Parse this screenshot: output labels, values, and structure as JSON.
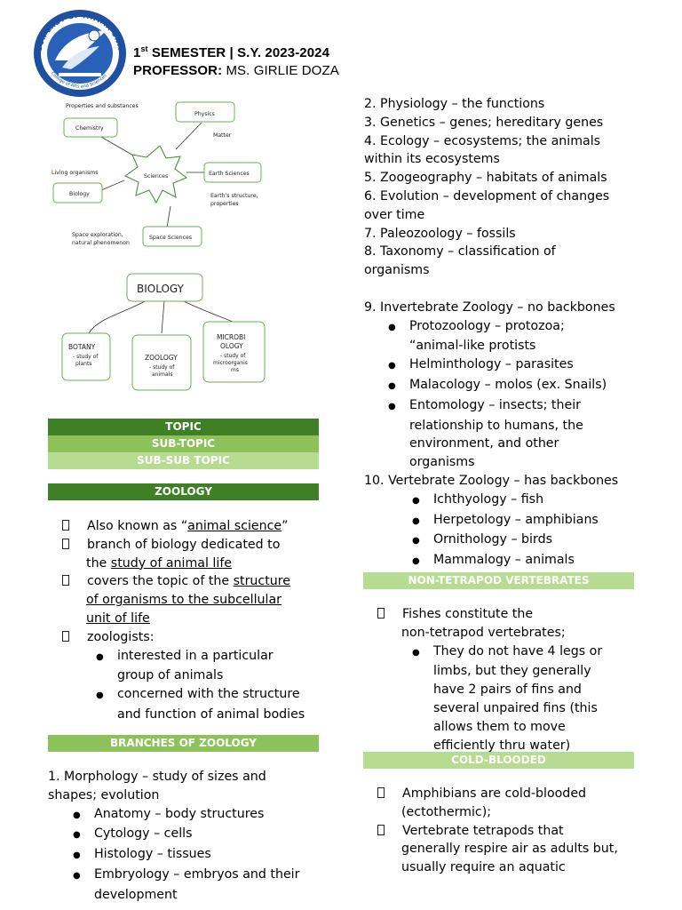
{
  "header": {
    "logo_text": "OUR LADY OF FATIMA UNIVERSITY · COLLEGE OF ARTS AND SCIENCES",
    "semester_num": "1",
    "semester_sup": "st",
    "semester_rest": " SEMESTER | S.Y. 2023-2024",
    "professor_label": "PROFESSOR:",
    "professor_name": " MS. GIRLIE DOZA"
  },
  "sciences_map": {
    "center": "Sciences",
    "chemistry": "Chemistry",
    "physics": "Physics",
    "earth": "Earth Sciences",
    "biology": "Biology",
    "space": "Space Sciences",
    "ann_chemistry": "Properties and substances",
    "ann_physics": "Matter",
    "ann_biology": "Living organisms",
    "ann_earth_1": "Earth's structure,",
    "ann_earth_2": "properties",
    "ann_space_1": "Space exploration,",
    "ann_space_2": "natural phenomenon"
  },
  "biology_map": {
    "root": "BIOLOGY",
    "botany_1": "BOTANY",
    "botany_2": "- study of",
    "botany_3": "plants",
    "zoology_1": "ZOOLOGY",
    "zoology_2": "- study of",
    "zoology_3": "animals",
    "micro_1": "MICROBI",
    "micro_2": "OLOGY",
    "micro_3": "- study of",
    "micro_4": "microorganis",
    "micro_5": "ms"
  },
  "legend": {
    "topic": "TOPIC",
    "subtopic": "SUB-TOPIC",
    "subsub": "SUB-SUB TOPIC"
  },
  "zoology": {
    "title": "ZOOLOGY",
    "b1_pre": "Also known as “",
    "b1_u": "animal science",
    "b1_post": "”",
    "b2_l1": "branch of biology dedicated to",
    "b2_l2_pre": "the ",
    "b2_l2_u": "study of animal life",
    "b3_l1_pre": "covers the topic of the ",
    "b3_l1_u": "structure",
    "b3_l2_u": "of organisms to the subcellular",
    "b3_l3_u": "unit of life",
    "b4": "zoologists:",
    "s1_l1": "interested in a particular",
    "s1_l2": "group of animals",
    "s2_l1": "concerned with the structure",
    "s2_l2": "and function of animal bodies"
  },
  "branches": {
    "title": "BRANCHES OF ZOOLOGY",
    "b1_l1": "1. Morphology – study of sizes and",
    "b1_l2": "shapes; evolution",
    "b1_s1": "Anatomy – body structures",
    "b1_s2": "Cytology – cells",
    "b1_s3": "Histology – tissues",
    "b1_s4_l1": "Embryology – embryos and their",
    "b1_s4_l2": "development"
  },
  "right": {
    "l1": "2. Physiology – the functions",
    "l2": "3. Genetics – genes; hereditary genes",
    "l3": "4. Ecology – ecosystems; the animals",
    "l4": "within its ecosystems",
    "l5": "5. Zoogeography – habitats of animals",
    "l6": "6. Evolution – development of changes",
    "l7": "over time",
    "l8": "7. Paleozoology – fossils",
    "l9": "8. Taxonomy – classification of",
    "l10": "organisms",
    "l11": "9. Invertebrate Zoology – no backbones",
    "i1_l1": "Protozoology – protozoa;",
    "i1_l2": "“animal-like protists",
    "i2": "Helminthology – parasites",
    "i3": "Malacology – molos (ex. Snails)",
    "i4_l1": "Entomology – insects; their",
    "i4_l2": "relationship to humans, the",
    "i4_l3": "environment, and other",
    "i4_l4": "organisms",
    "l12": "10. Vertebrate Zoology – has backbones",
    "v1": "Ichthyology – fish",
    "v2": "Herpetology – amphibians",
    "v3": "Ornithology – birds",
    "v4": "Mammalogy – animals"
  },
  "nontetrapod": {
    "title": "NON-TETRAPOD VERTEBRATES",
    "b1_l1": "Fishes constitute the",
    "b1_l2": "non-tetrapod vertebrates;",
    "s1_l1": "They do not have 4 legs or",
    "s1_l2": "limbs, but they generally",
    "s1_l3": "have 2 pairs of fins and",
    "s1_l4": "several unpaired fins (this",
    "s1_l5": "allows them to move",
    "s1_l6": "efficiently thru water)"
  },
  "coldblooded": {
    "title": "COLD-BLOODED",
    "b1_l1": "Amphibians are cold-blooded",
    "b1_l2": "(ectothermic);",
    "b2_l1": "Vertebrate tetrapods that",
    "b2_l2": "generally respire air as adults but,",
    "b2_l3": "usually require an aquatic"
  }
}
